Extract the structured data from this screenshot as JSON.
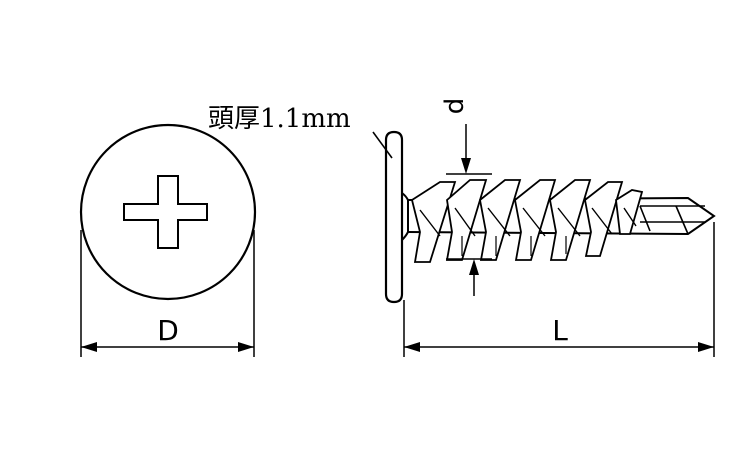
{
  "labels": {
    "head_thickness": "頭厚1.1mm",
    "thread_diameter": "d",
    "head_diameter": "D",
    "length": "L"
  },
  "colors": {
    "stroke": "#000000",
    "background": "#ffffff"
  },
  "icons": {
    "head_view": "phillips-head-icon",
    "side_view": "self-drilling-screw-icon"
  }
}
